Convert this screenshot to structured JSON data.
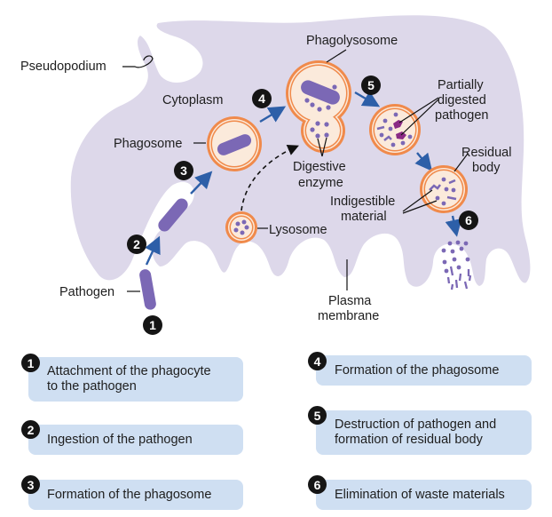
{
  "labels": {
    "pseudopodium": "Pseudopodium",
    "cytoplasm": "Cytoplasm",
    "phagosome": "Phagosome",
    "pathogen": "Pathogen",
    "lysosome": "Lysosome",
    "phagolysosome": "Phagolysosome",
    "digestive_enzyme": [
      "Digestive",
      "enzyme"
    ],
    "partially_digested_pathogen": [
      "Partially",
      "digested",
      "pathogen"
    ],
    "residual_body": [
      "Residual",
      "body"
    ],
    "indigestible_material": [
      "Indigestible",
      "material"
    ],
    "plasma_membrane": [
      "Plasma",
      "membrane"
    ]
  },
  "diagram_badges": [
    "1",
    "2",
    "3",
    "4",
    "5",
    "6"
  ],
  "colors": {
    "cell": "#ddd8ea",
    "vesicle_ring": "#f08a4b",
    "vesicle_fill": "#fbeadb",
    "pathogen": "#7b68b5",
    "partial_pathogen": "#8a2a85",
    "arrow": "#2d5fa8",
    "badge": "#151515",
    "step_box": "#cfdff2"
  },
  "steps": [
    {
      "number": "1",
      "text_lines": [
        "Attachment of the phagocyte",
        "to the pathogen"
      ]
    },
    {
      "number": "2",
      "text_lines": [
        "Ingestion of the pathogen"
      ]
    },
    {
      "number": "3",
      "text_lines": [
        "Formation of the phagosome"
      ]
    },
    {
      "number": "4",
      "text_lines": [
        "Formation of the phagosome"
      ]
    },
    {
      "number": "5",
      "text_lines": [
        "Destruction of pathogen and",
        "formation of residual body"
      ]
    },
    {
      "number": "6",
      "text_lines": [
        "Elimination of waste materials"
      ]
    }
  ]
}
